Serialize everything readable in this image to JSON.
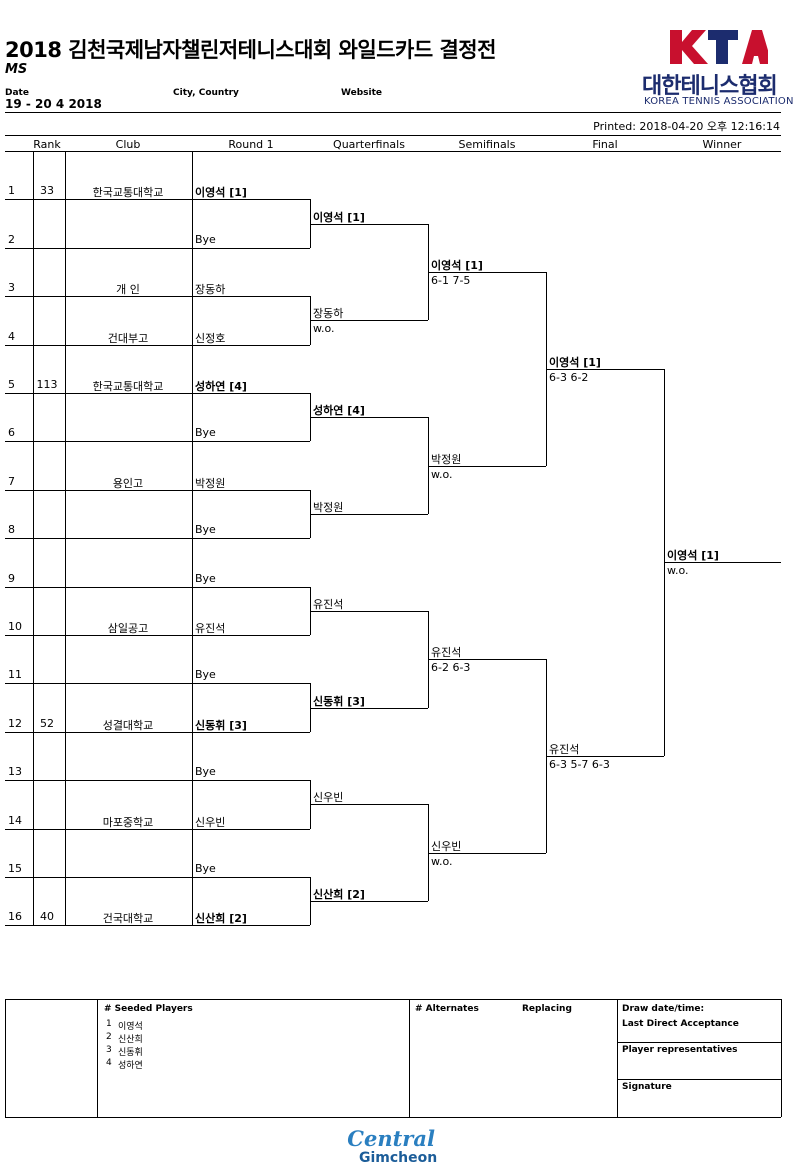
{
  "header": {
    "title": "2018 김천국제남자챌린저테니스대회 와일드카드 결정전",
    "event": "MS",
    "date_label": "Date",
    "date_value": "19 - 20 4 2018",
    "city_label": "City, Country",
    "website_label": "Website",
    "printed": "Printed: 2018-04-20 오후 12:16:14"
  },
  "logo": {
    "letters": "KTA",
    "korean": "대한테니스협회",
    "english": "KOREA TENNIS ASSOCIATION",
    "brand_red": "#c8102e",
    "brand_navy": "#1c2c6e"
  },
  "columns": [
    "Rank",
    "Club",
    "Round 1",
    "Quarterfinals",
    "Semifinals",
    "Final",
    "Winner"
  ],
  "draw": [
    {
      "no": "1",
      "rank": "33",
      "club": "한국교통대학교",
      "player": "이영석 [1]",
      "bold": true
    },
    {
      "no": "2",
      "rank": "",
      "club": "",
      "player": "Bye",
      "bold": false
    },
    {
      "no": "3",
      "rank": "",
      "club": "개 인",
      "player": "장동하",
      "bold": false
    },
    {
      "no": "4",
      "rank": "",
      "club": "건대부고",
      "player": "신정호",
      "bold": false
    },
    {
      "no": "5",
      "rank": "113",
      "club": "한국교통대학교",
      "player": "성하연 [4]",
      "bold": true
    },
    {
      "no": "6",
      "rank": "",
      "club": "",
      "player": "Bye",
      "bold": false
    },
    {
      "no": "7",
      "rank": "",
      "club": "용인고",
      "player": "박정원",
      "bold": false
    },
    {
      "no": "8",
      "rank": "",
      "club": "",
      "player": "Bye",
      "bold": false
    },
    {
      "no": "9",
      "rank": "",
      "club": "",
      "player": "Bye",
      "bold": false
    },
    {
      "no": "10",
      "rank": "",
      "club": "삼일공고",
      "player": "유진석",
      "bold": false
    },
    {
      "no": "11",
      "rank": "",
      "club": "",
      "player": "Bye",
      "bold": false
    },
    {
      "no": "12",
      "rank": "52",
      "club": "성결대학교",
      "player": "신동휘 [3]",
      "bold": true
    },
    {
      "no": "13",
      "rank": "",
      "club": "",
      "player": "Bye",
      "bold": false
    },
    {
      "no": "14",
      "rank": "",
      "club": "마포중학교",
      "player": "신우빈",
      "bold": false
    },
    {
      "no": "15",
      "rank": "",
      "club": "",
      "player": "Bye",
      "bold": false
    },
    {
      "no": "16",
      "rank": "40",
      "club": "건국대학교",
      "player": "신산희 [2]",
      "bold": true
    }
  ],
  "quarterfinals": [
    {
      "name": "이영석 [1]",
      "score": "",
      "bold": true
    },
    {
      "name": "장동하",
      "score": "w.o.",
      "bold": false
    },
    {
      "name": "성하연 [4]",
      "score": "",
      "bold": true
    },
    {
      "name": "박정원",
      "score": "",
      "bold": false
    },
    {
      "name": "유진석",
      "score": "",
      "bold": false
    },
    {
      "name": "신동휘 [3]",
      "score": "",
      "bold": true
    },
    {
      "name": "신우빈",
      "score": "",
      "bold": false
    },
    {
      "name": "신산희 [2]",
      "score": "",
      "bold": true
    }
  ],
  "semifinals": [
    {
      "name": "이영석 [1]",
      "score": "6-1 7-5",
      "bold": true
    },
    {
      "name": "박정원",
      "score": "w.o.",
      "bold": false
    },
    {
      "name": "유진석",
      "score": "6-2 6-3",
      "bold": false
    },
    {
      "name": "신우빈",
      "score": "w.o.",
      "bold": false
    }
  ],
  "final": [
    {
      "name": "이영석 [1]",
      "score": "6-3 6-2",
      "bold": true
    },
    {
      "name": "유진석",
      "score": "6-3 5-7 6-3",
      "bold": false
    }
  ],
  "winner": {
    "name": "이영석 [1]",
    "score": "w.o.",
    "bold": true
  },
  "footer": {
    "seeded_header": "# Seeded Players",
    "seeded": [
      {
        "no": "1",
        "name": "이영석"
      },
      {
        "no": "2",
        "name": "신산희"
      },
      {
        "no": "3",
        "name": "신동휘"
      },
      {
        "no": "4",
        "name": "성하연"
      }
    ],
    "alternates_header": "# Alternates",
    "replacing_header": "Replacing",
    "draw_datetime": "Draw date/time:",
    "last_direct": "Last Direct Acceptance",
    "player_reps": "Player representatives",
    "signature": "Signature",
    "sponsor_line1": "Central",
    "sponsor_line2": "Gimcheon"
  }
}
